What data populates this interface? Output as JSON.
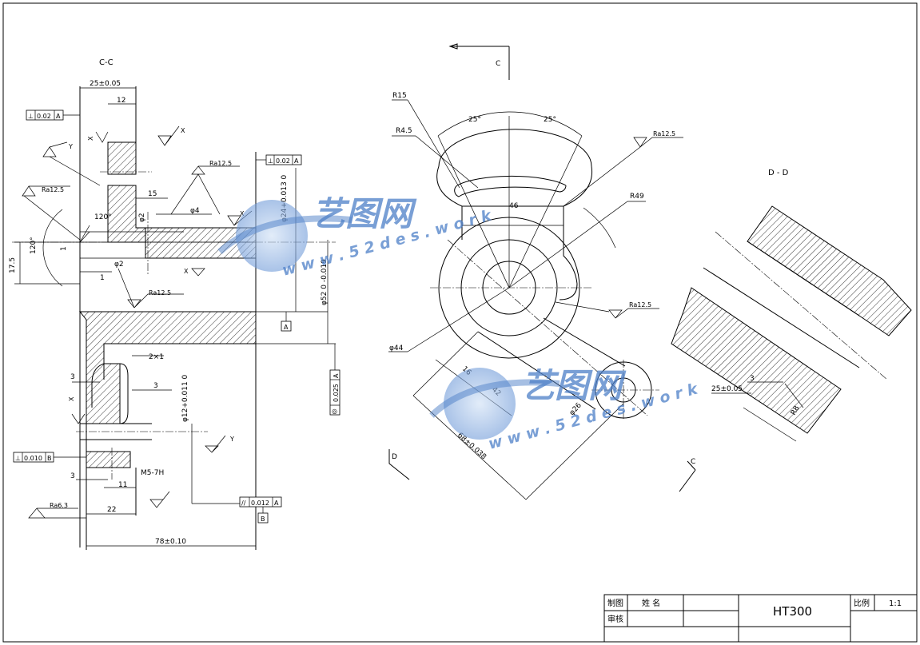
{
  "views": {
    "section_cc": "C-C",
    "section_dd": "D - D",
    "marker_c_top": "C",
    "marker_c_bottom": "C",
    "marker_d": "D"
  },
  "dims_cc": {
    "d25": "25±0.05",
    "d12": "12",
    "d15": "15",
    "d4": "φ4",
    "d2a": "φ2",
    "d2b": "φ2",
    "d120a": "120°",
    "d120b": "120°",
    "d17": "17.5",
    "d1a": "1",
    "d1b": "1",
    "d24": "φ24+0.013 0",
    "d52": "φ52 0 -0.019",
    "d2x1": "2×1",
    "d3a": "3",
    "d3b": "3",
    "d3c": "3",
    "d12h": "φ12+0.011 0",
    "d11": "11",
    "m5": "M5-7H",
    "d22": "22",
    "d78": "78±0.10"
  },
  "roughness": {
    "ra125_a": "Ra12.5",
    "ra125_b": "Ra12.5",
    "ra125_c": "Ra12.5",
    "ra125_d": "Ra12.5",
    "ra125_e": "Ra12.5",
    "ra63": "Ra6.3",
    "x1": "X",
    "x2": "X",
    "x3": "X",
    "x4": "X",
    "x5": "X",
    "y1": "Y",
    "y2": "Y"
  },
  "tolerances": {
    "perp1_sym": "⊥",
    "perp1_val": "0.02",
    "perp1_ref": "A",
    "perp2_sym": "⊥",
    "perp2_val": "0.02",
    "perp2_ref": "A",
    "perp3_sym": "⊥",
    "perp3_val": "0.010",
    "perp3_ref": "B",
    "par_sym": "//",
    "par_val": "0.012",
    "par_ref": "A",
    "run_sym": "◎",
    "run_val": "0.025",
    "run_ref": "A",
    "datum_a": "A",
    "datum_b": "B"
  },
  "dims_main": {
    "r15": "R15",
    "r45": "R4.5",
    "r49": "R49",
    "a25a": "25°",
    "a25b": "25°",
    "d46": "46",
    "d44": "φ44",
    "d16": "16",
    "d42": "42",
    "d26": "φ26",
    "d68": "68±0.038"
  },
  "dims_dd": {
    "d3": "3",
    "d25": "25±0.05",
    "r8": "R8"
  },
  "title_block": {
    "drawn_label": "制图",
    "name_label": "姓  名",
    "review_label": "审核",
    "material": "HT300",
    "scale_label": "比例",
    "scale_value": "1:1"
  },
  "watermark": {
    "brand": "艺图网",
    "url": "w w w . 5 2 d e s . w o r k"
  },
  "colors": {
    "watermark": "#4d7fc8"
  }
}
